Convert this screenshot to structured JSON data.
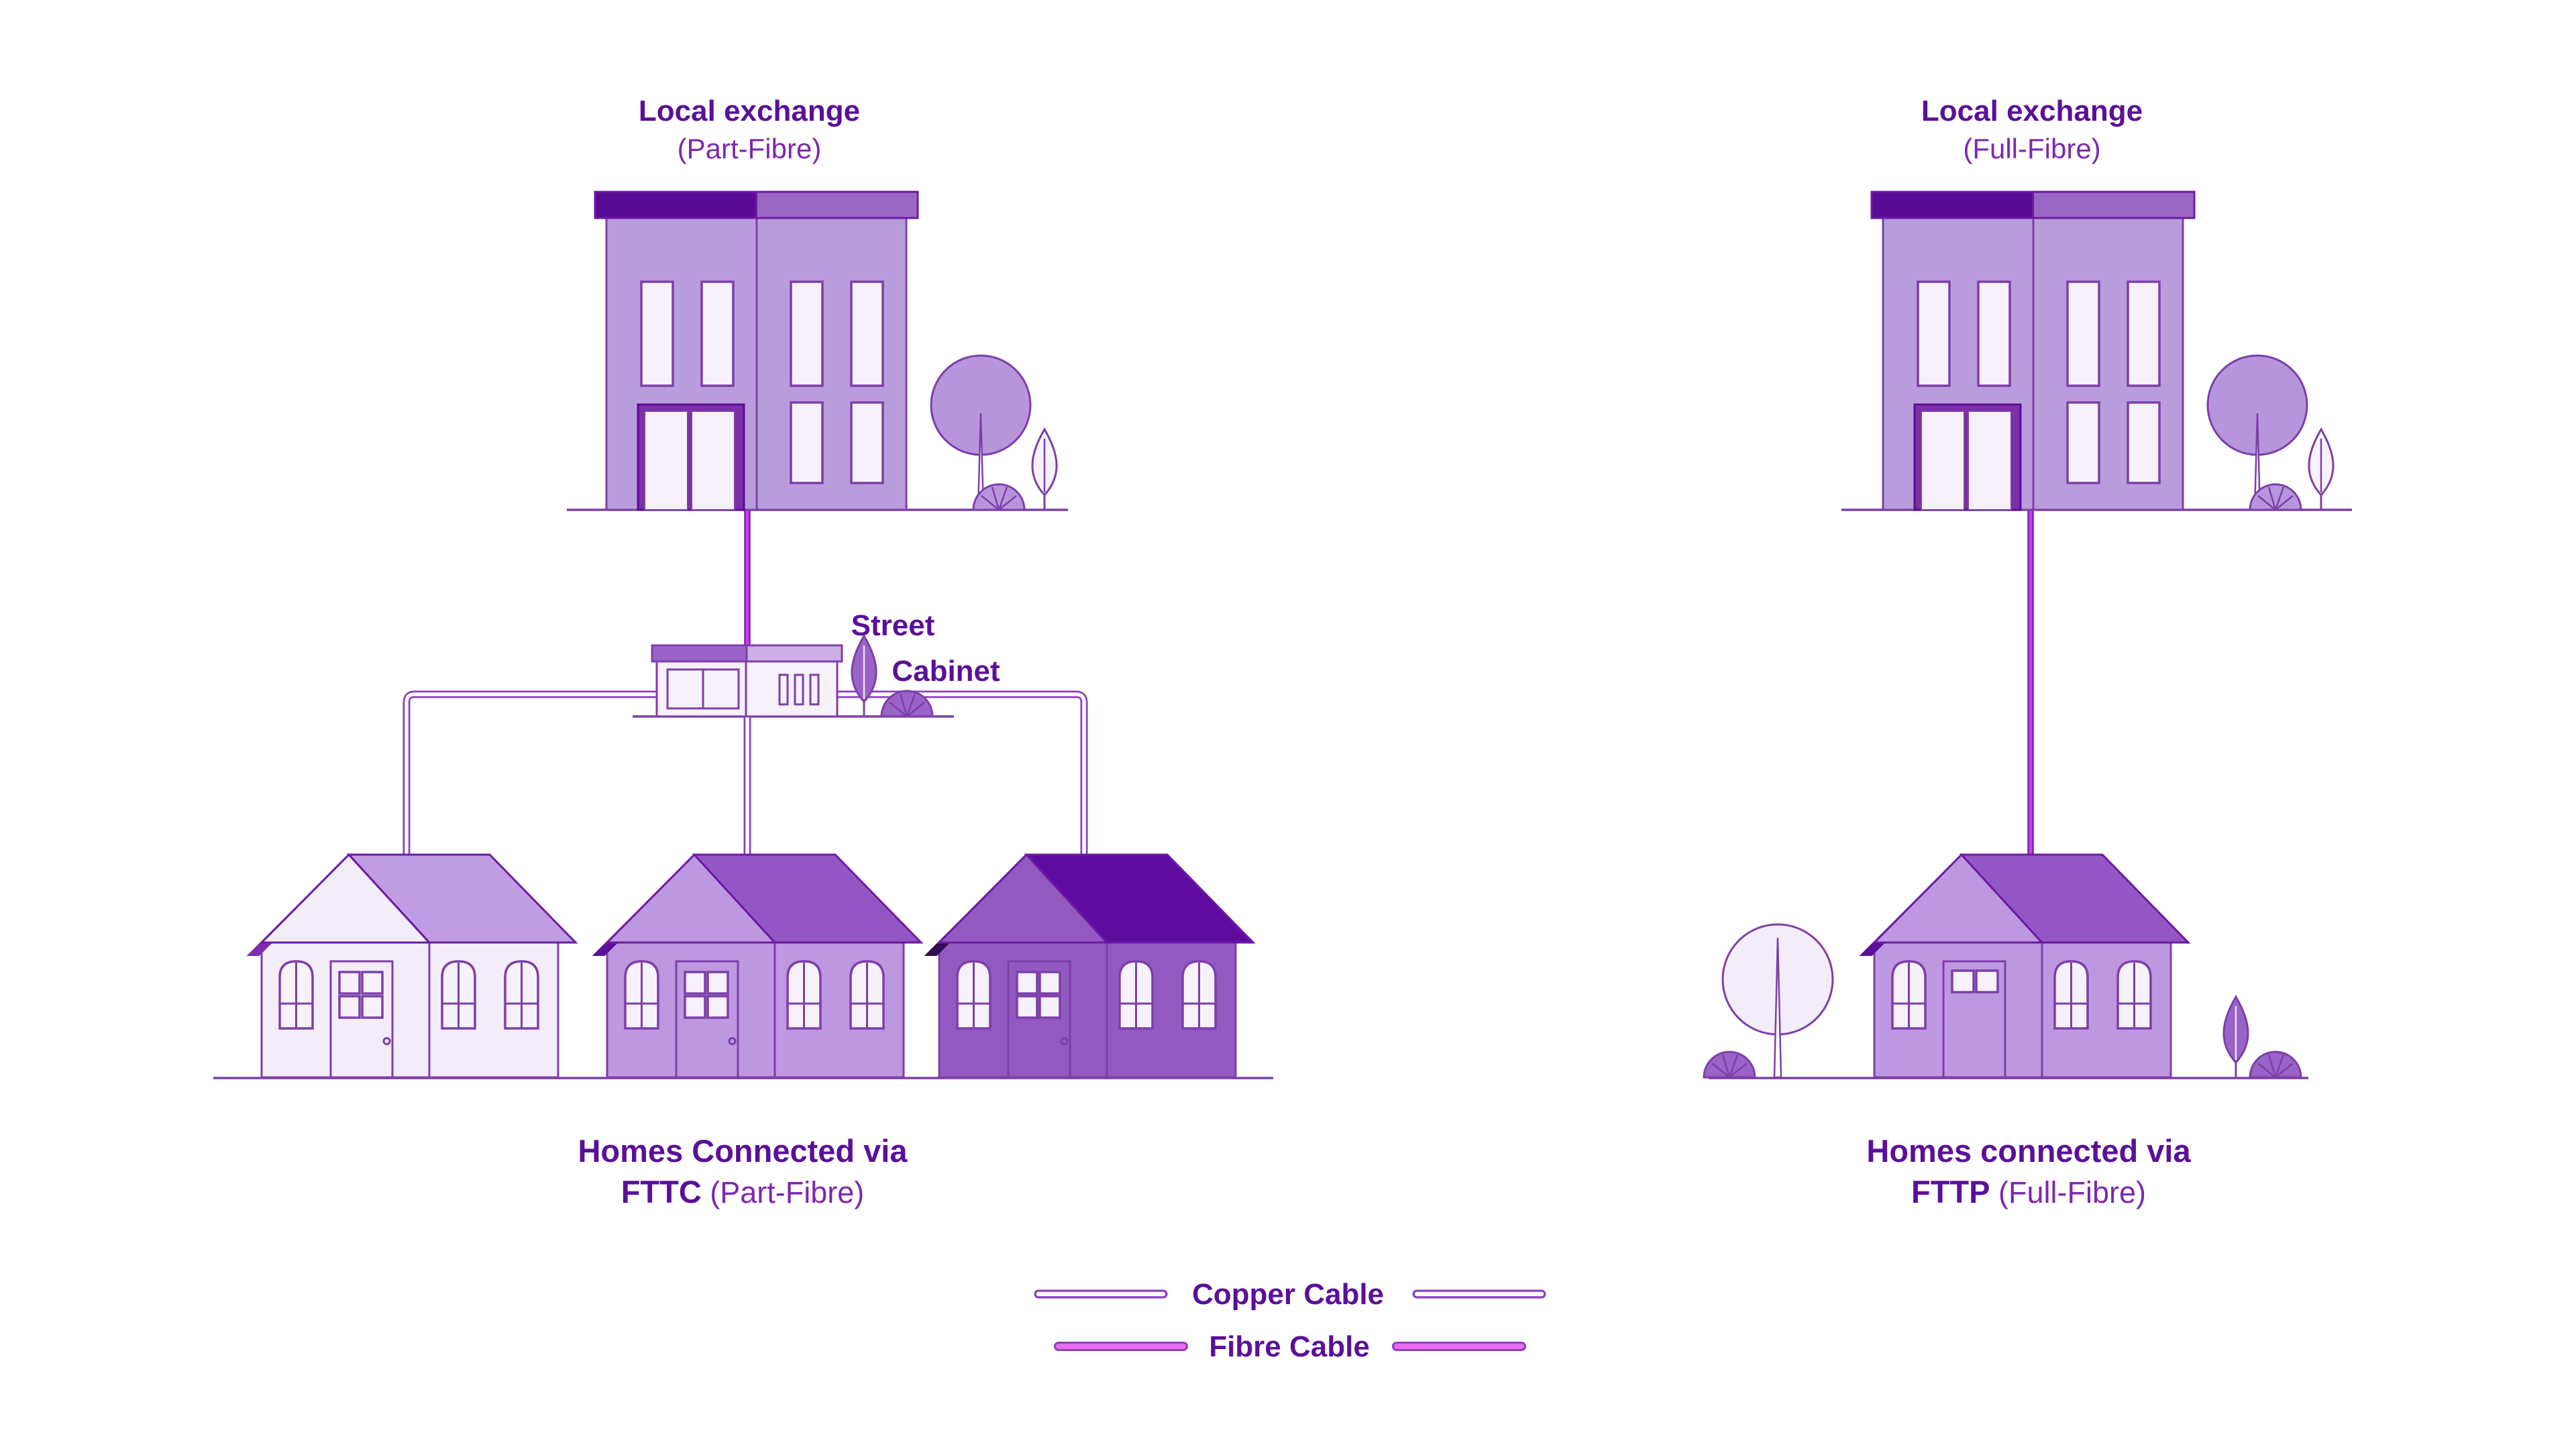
{
  "colors": {
    "deep-text": "#5a1099",
    "soft-text": "#7e28ad",
    "outline": "#7d3fa8",
    "outline-dark": "#6d1aa3",
    "exchange-body": "#b99cdc",
    "exchange-roof-dark": "#5a0b96",
    "exchange-roof-mid": "#9a67c5",
    "door-frame": "#7b2fa8",
    "window-fill": "#f6f1fa",
    "house1-body": "#f3edf9",
    "house1-roof": "#c09de2",
    "house1-edge": "#7e2cb0",
    "house2-body": "#bd97e0",
    "house2-roof": "#9257c4",
    "house2-edge": "#5c0f9b",
    "house3-body": "#9259c1",
    "house3-roof": "#5e0ca0",
    "house3-edge": "#340b56",
    "cabinet-roof-left": "#9a63c8",
    "cabinet-roof-right": "#cbb0e6",
    "copper-outline": "#8a3fc0",
    "copper-core": "#ffffff",
    "fibre-outline": "#7d1fa8",
    "fibre-core": "#cb3ef0",
    "fibre-core-legend": "#e96bf0",
    "tree-mid": "#b795dc",
    "tree-light": "#f3edf9",
    "shrub-mid": "#9a63c8",
    "leaf-vein-light": "#ecdff7",
    "ground": "#7d3fa8",
    "bg": "#ffffff"
  },
  "left_exchange": {
    "title": "Local exchange",
    "subtitle": "(Part-Fibre)"
  },
  "right_exchange": {
    "title": "Local exchange",
    "subtitle": "(Full-Fibre)"
  },
  "street_cabinet": {
    "line1": "Street",
    "line2": "Cabinet"
  },
  "fttc_caption": {
    "line1": "Homes Connected via",
    "acronym": "FTTC",
    "suffix": " (Part-Fibre)"
  },
  "fttp_caption": {
    "line1": "Homes connected via",
    "acronym": "FTTP",
    "suffix": " (Full-Fibre)"
  },
  "legend": {
    "copper": "Copper Cable",
    "fibre": "Fibre Cable"
  }
}
